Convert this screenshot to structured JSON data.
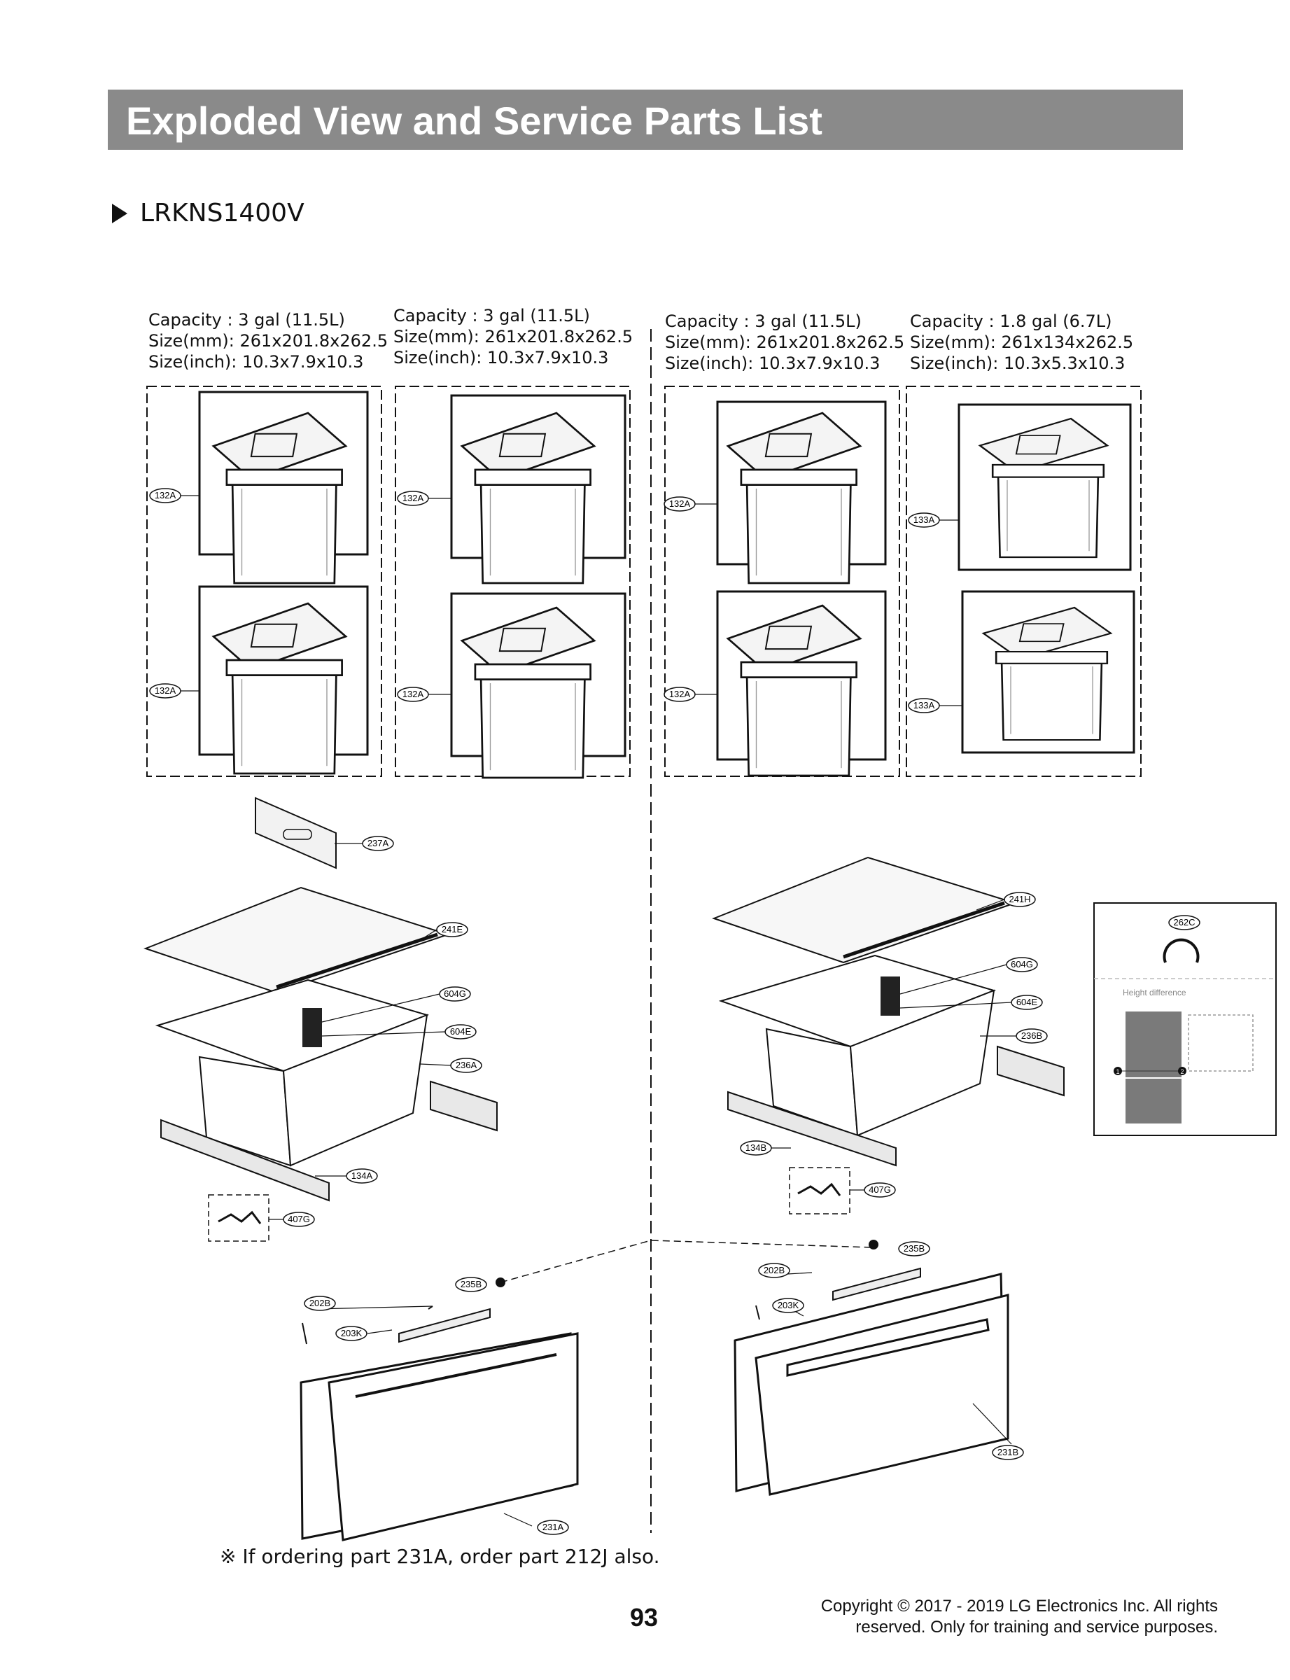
{
  "header": {
    "title": "Exploded View and Service Parts List"
  },
  "model": {
    "name": "LRKNS1400V"
  },
  "bins": [
    {
      "capacity": "Capacity : 3 gal (11.5L)",
      "size_mm": "Size(mm): 261x201.8x262.5",
      "size_inch": "Size(inch): 10.3x7.9x10.3",
      "part_top": "132A",
      "part_bottom": "132A"
    },
    {
      "capacity": "Capacity : 3 gal (11.5L)",
      "size_mm": "Size(mm): 261x201.8x262.5",
      "size_inch": "Size(inch): 10.3x7.9x10.3",
      "part_top": "132A",
      "part_bottom": "132A"
    },
    {
      "capacity": "Capacity : 3 gal (11.5L)",
      "size_mm": "Size(mm): 261x201.8x262.5",
      "size_inch": "Size(inch): 10.3x7.9x10.3",
      "part_top": "132A",
      "part_bottom": "132A"
    },
    {
      "capacity": "Capacity : 1.8 gal (6.7L)",
      "size_mm": "Size(mm): 261x134x262.5",
      "size_inch": "Size(inch): 10.3x5.3x10.3",
      "part_top": "133A",
      "part_bottom": "133A"
    }
  ],
  "left_parts": {
    "divider": "237A",
    "cover": "241E",
    "light": "604G",
    "lamp": "604E",
    "drawer": "236A",
    "rail": "134A",
    "bracket": "407G",
    "gasket_clip": "235B",
    "screw": "202B",
    "gasket": "203K",
    "door": "231A"
  },
  "right_parts": {
    "cover": "241H",
    "light": "604G",
    "lamp": "604E",
    "drawer": "236B",
    "rail": "134B",
    "bracket": "407G",
    "gasket_clip": "235B",
    "screw": "202B",
    "gasket": "203K",
    "door": "231B"
  },
  "inset": {
    "part": "262C",
    "label": "Height difference",
    "markers": [
      "1",
      "2"
    ]
  },
  "footnote": "※ If ordering part 231A, order part 212J also.",
  "page_number": "93",
  "copyright": {
    "line1": "Copyright © 2017 - 2019 LG Electronics Inc. All rights",
    "line2": "reserved. Only for training and service purposes."
  }
}
